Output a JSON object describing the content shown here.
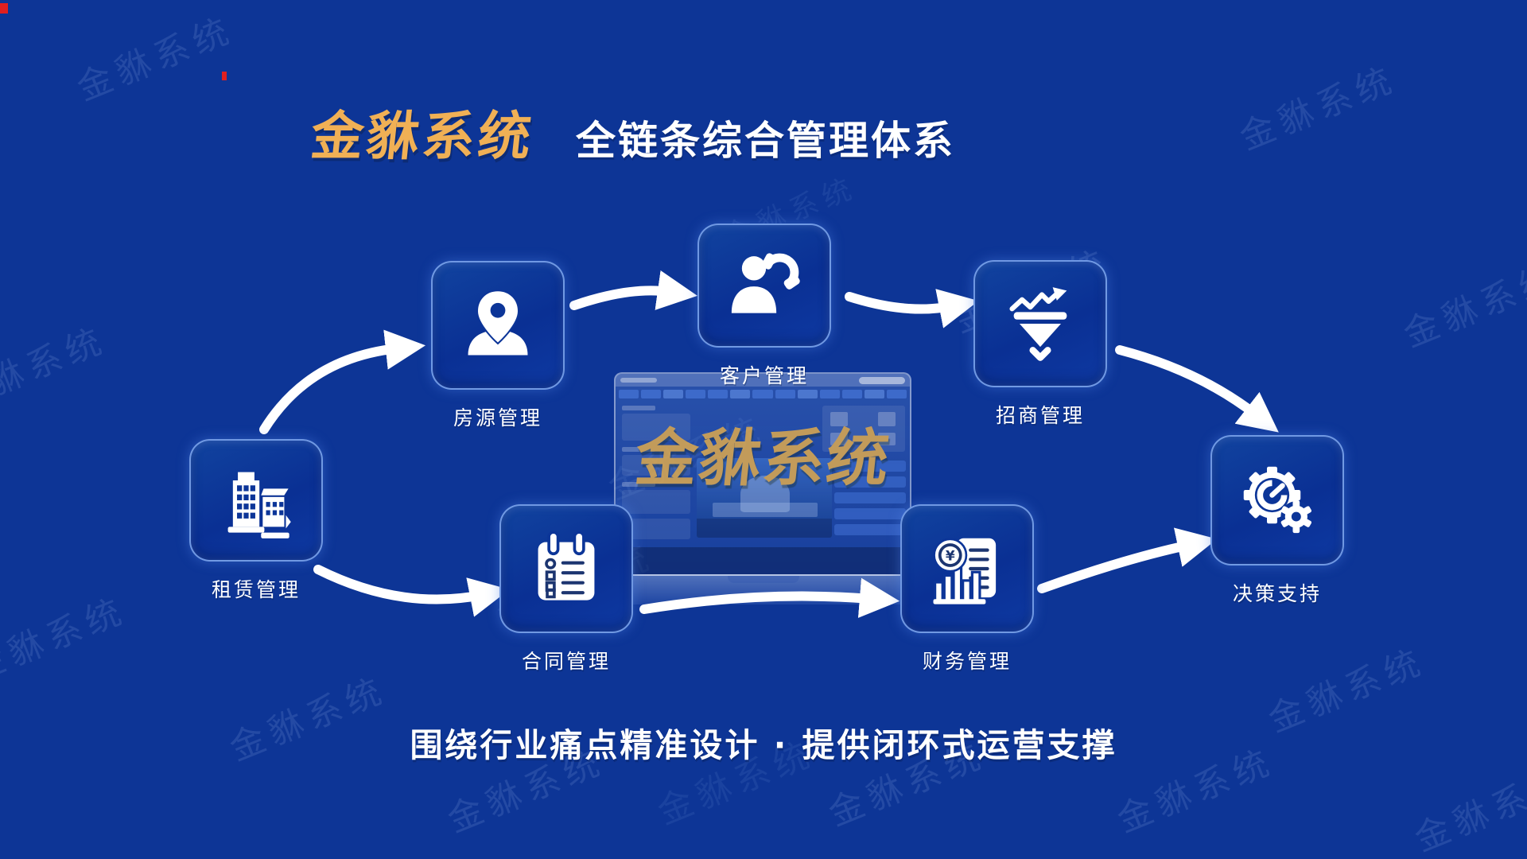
{
  "header": {
    "brand": "金貅系统",
    "subtitle": "全链条综合管理体系"
  },
  "nodes": [
    {
      "id": "rental",
      "label": "租赁管理",
      "icon": "building-icon"
    },
    {
      "id": "housing",
      "label": "房源管理",
      "icon": "location-pin-person-icon"
    },
    {
      "id": "customer",
      "label": "客户管理",
      "icon": "person-phone-icon"
    },
    {
      "id": "investment",
      "label": "招商管理",
      "icon": "funnel-trend-icon"
    },
    {
      "id": "contract",
      "label": "合同管理",
      "icon": "clipboard-checklist-icon"
    },
    {
      "id": "finance",
      "label": "财务管理",
      "icon": "yuan-coin-chart-doc-icon"
    },
    {
      "id": "decision",
      "label": "决策支持",
      "icon": "gauge-gears-icon"
    }
  ],
  "laptop": {
    "overlay_text": "金貅系统"
  },
  "watermark": {
    "text": "金貅系统"
  },
  "footer": {
    "tagline": "围绕行业痛点精准设计 · 提供闭环式运营支撑"
  },
  "colors": {
    "background": "#0d3596",
    "card_fill": "#0c3598",
    "card_border": "#82aaf0",
    "gold": "#f0b055",
    "arrow": "#ffffff",
    "text": "#ffffff"
  }
}
